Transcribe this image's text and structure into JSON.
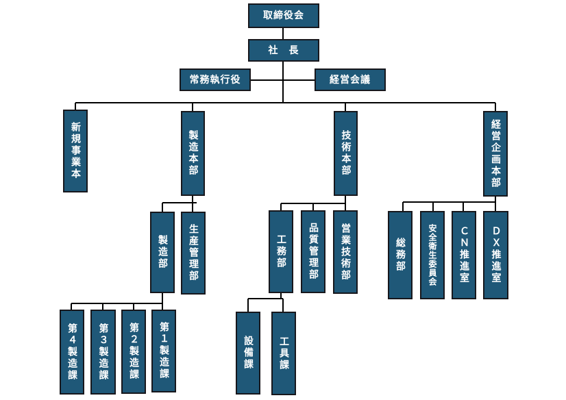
{
  "colors": {
    "box_fill": "#1f5878",
    "box_border": "#17171c",
    "text": "#ffffff",
    "connector": "#000000"
  },
  "org": {
    "board": "取締役会",
    "president": "社　長",
    "executive_officers": "常務執行役",
    "management_meeting": "経営会議",
    "divisions": {
      "new_business": "新規事業本",
      "manufacturing": {
        "label": "製造本部",
        "manufacturing_dept": {
          "label": "製造部",
          "sections": [
            "第４製造課",
            "第３製造課",
            "第２製造課",
            "第１製造課"
          ]
        },
        "production_control": "生産管理部"
      },
      "technology": {
        "label": "技術本部",
        "engineering_dept": {
          "label": "工務部",
          "sections": [
            "設備課",
            "工具課"
          ]
        },
        "quality_control": "品質管理部",
        "sales_engineering": "営業技術部"
      },
      "corporate_planning": {
        "label": "経営企画本部",
        "general_affairs": "総務部",
        "safety_health_committee": "安全衛生委員会",
        "cn_office": "ＣＮ推進室",
        "dx_office": "ＤＸ推進室"
      }
    }
  }
}
